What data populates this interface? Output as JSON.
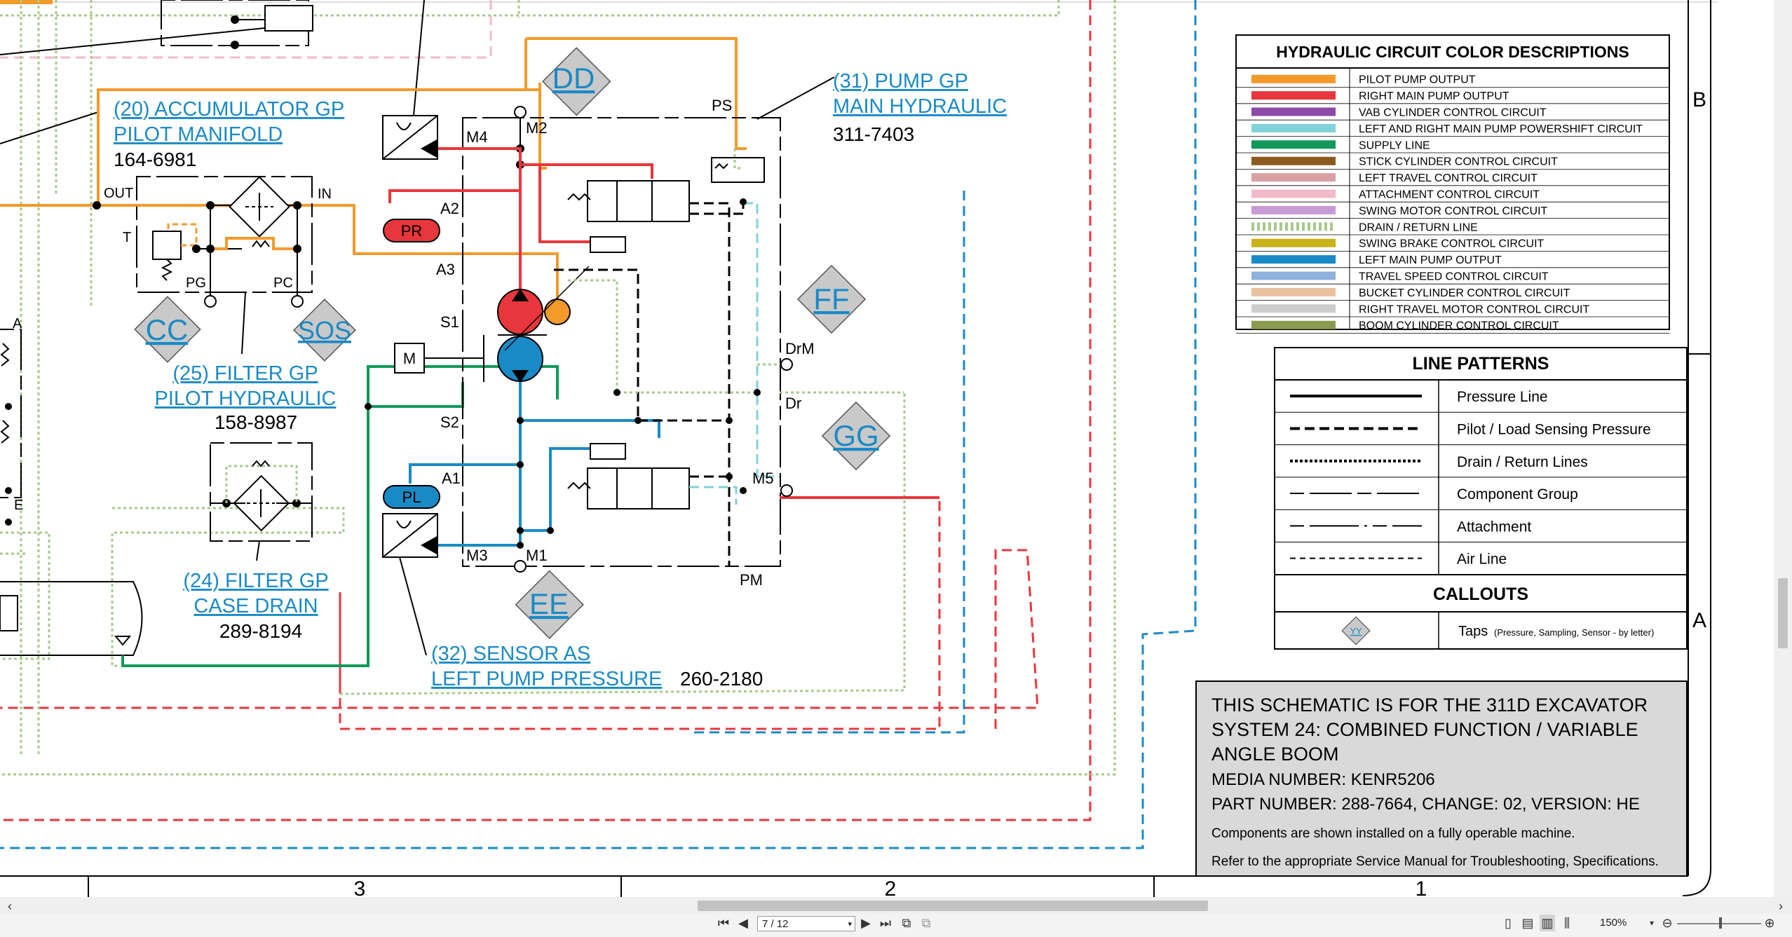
{
  "callouts": {
    "accumulator": {
      "title1": "(20) ACCUMULATOR GP",
      "title2": "PILOT MANIFOLD",
      "part": "164-6981"
    },
    "filter_pilot": {
      "title1": "(25) FILTER GP",
      "title2": "PILOT HYDRAULIC",
      "part": "158-8987"
    },
    "filter_case": {
      "title1": "(24) FILTER GP",
      "title2": "CASE DRAIN",
      "part": "289-8194"
    },
    "pump": {
      "title1": "(31) PUMP GP",
      "title2": "MAIN HYDRAULIC",
      "part": "311-7403"
    },
    "sensor": {
      "title1": "(32) SENSOR AS",
      "title2": "LEFT PUMP PRESSURE",
      "part": "260-2180"
    }
  },
  "taps": [
    "DD",
    "CC",
    "SOS",
    "EE",
    "FF",
    "GG"
  ],
  "port_labels": {
    "out": "OUT",
    "in": "IN",
    "t": "T",
    "pg": "PG",
    "pc": "PC",
    "ps": "PS",
    "m2": "M2",
    "m4": "M4",
    "a2": "A2",
    "a3": "A3",
    "s1": "S1",
    "s2": "S2",
    "a1": "A1",
    "m3": "M3",
    "m1": "M1",
    "m5": "M5",
    "pm": "PM",
    "drm": "DrM",
    "dr": "Dr",
    "pr": "PR",
    "pl": "PL",
    "a": "A",
    "e": "E"
  },
  "color_legend": {
    "title": "HYDRAULIC CIRCUIT COLOR DESCRIPTIONS",
    "items": [
      {
        "label": "PILOT PUMP OUTPUT",
        "color": "#f39a2b",
        "dotted": false
      },
      {
        "label": "RIGHT MAIN PUMP OUTPUT",
        "color": "#e8373c",
        "dotted": false
      },
      {
        "label": "VAB CYLINDER CONTROL CIRCUIT",
        "color": "#8b4aa8",
        "dotted": false
      },
      {
        "label": "LEFT AND RIGHT MAIN PUMP POWERSHIFT CIRCUIT",
        "color": "#7fd3d9",
        "dotted": false
      },
      {
        "label": "SUPPLY LINE",
        "color": "#12985a",
        "dotted": false
      },
      {
        "label": "STICK CYLINDER CONTROL CIRCUIT",
        "color": "#8a5a1e",
        "dotted": false
      },
      {
        "label": "LEFT TRAVEL CONTROL CIRCUIT",
        "color": "#d9a0a4",
        "dotted": false
      },
      {
        "label": "ATTACHMENT CONTROL CIRCUIT",
        "color": "#f2b9c8",
        "dotted": false
      },
      {
        "label": "SWING MOTOR CONTROL CIRCUIT",
        "color": "#c89ad6",
        "dotted": false
      },
      {
        "label": "DRAIN / RETURN LINE",
        "color": "#a6c98a",
        "dotted": true
      },
      {
        "label": "SWING BRAKE CONTROL CIRCUIT",
        "color": "#c9b21a",
        "dotted": false
      },
      {
        "label": "LEFT MAIN PUMP OUTPUT",
        "color": "#1a8ac6",
        "dotted": false
      },
      {
        "label": "TRAVEL SPEED CONTROL CIRCUIT",
        "color": "#8fb1de",
        "dotted": false
      },
      {
        "label": "BUCKET CYLINDER CONTROL CIRCUIT",
        "color": "#eac19d",
        "dotted": false
      },
      {
        "label": "RIGHT TRAVEL MOTOR CONTROL CIRCUIT",
        "color": "#cccccc",
        "dotted": false
      },
      {
        "label": "BOOM CYLINDER CONTROL CIRCUIT",
        "color": "#8a9a4e",
        "dotted": false
      }
    ]
  },
  "line_patterns": {
    "title": "LINE PATTERNS",
    "items": [
      {
        "label": "Pressure Line",
        "dash": "none"
      },
      {
        "label": "Pilot / Load Sensing Pressure",
        "dash": "14 7"
      },
      {
        "label": "Drain / Return Lines",
        "dash": "4 3"
      },
      {
        "label": "Component Group",
        "dash": "20 8 60 8"
      },
      {
        "label": "Attachment",
        "dash": "20 8 70 8 4 8"
      },
      {
        "label": "Air Line",
        "dash": "8 6"
      }
    ],
    "callouts_title": "CALLOUTS",
    "tap_example": "YY",
    "taps_label": "Taps",
    "taps_note": "(Pressure, Sampling, Sensor - by letter)"
  },
  "info_box": {
    "line1": "THIS SCHEMATIC IS FOR THE 311D EXCAVATOR",
    "line2": "SYSTEM 24: COMBINED FUNCTION / VARIABLE",
    "line3": "ANGLE BOOM",
    "line4": "MEDIA NUMBER: KENR5206",
    "line5": "PART NUMBER: 288-7664, CHANGE: 02, VERSION: HE",
    "line6": "Components are shown installed on a fully operable machine.",
    "line7": "Refer to the appropriate Service Manual for Troubleshooting, Specifications."
  },
  "grid": {
    "col3": "3",
    "col2": "2",
    "col1": "1",
    "rowB": "B",
    "rowA": "A"
  },
  "viewer": {
    "page": "7 / 12",
    "zoom": "150%"
  }
}
